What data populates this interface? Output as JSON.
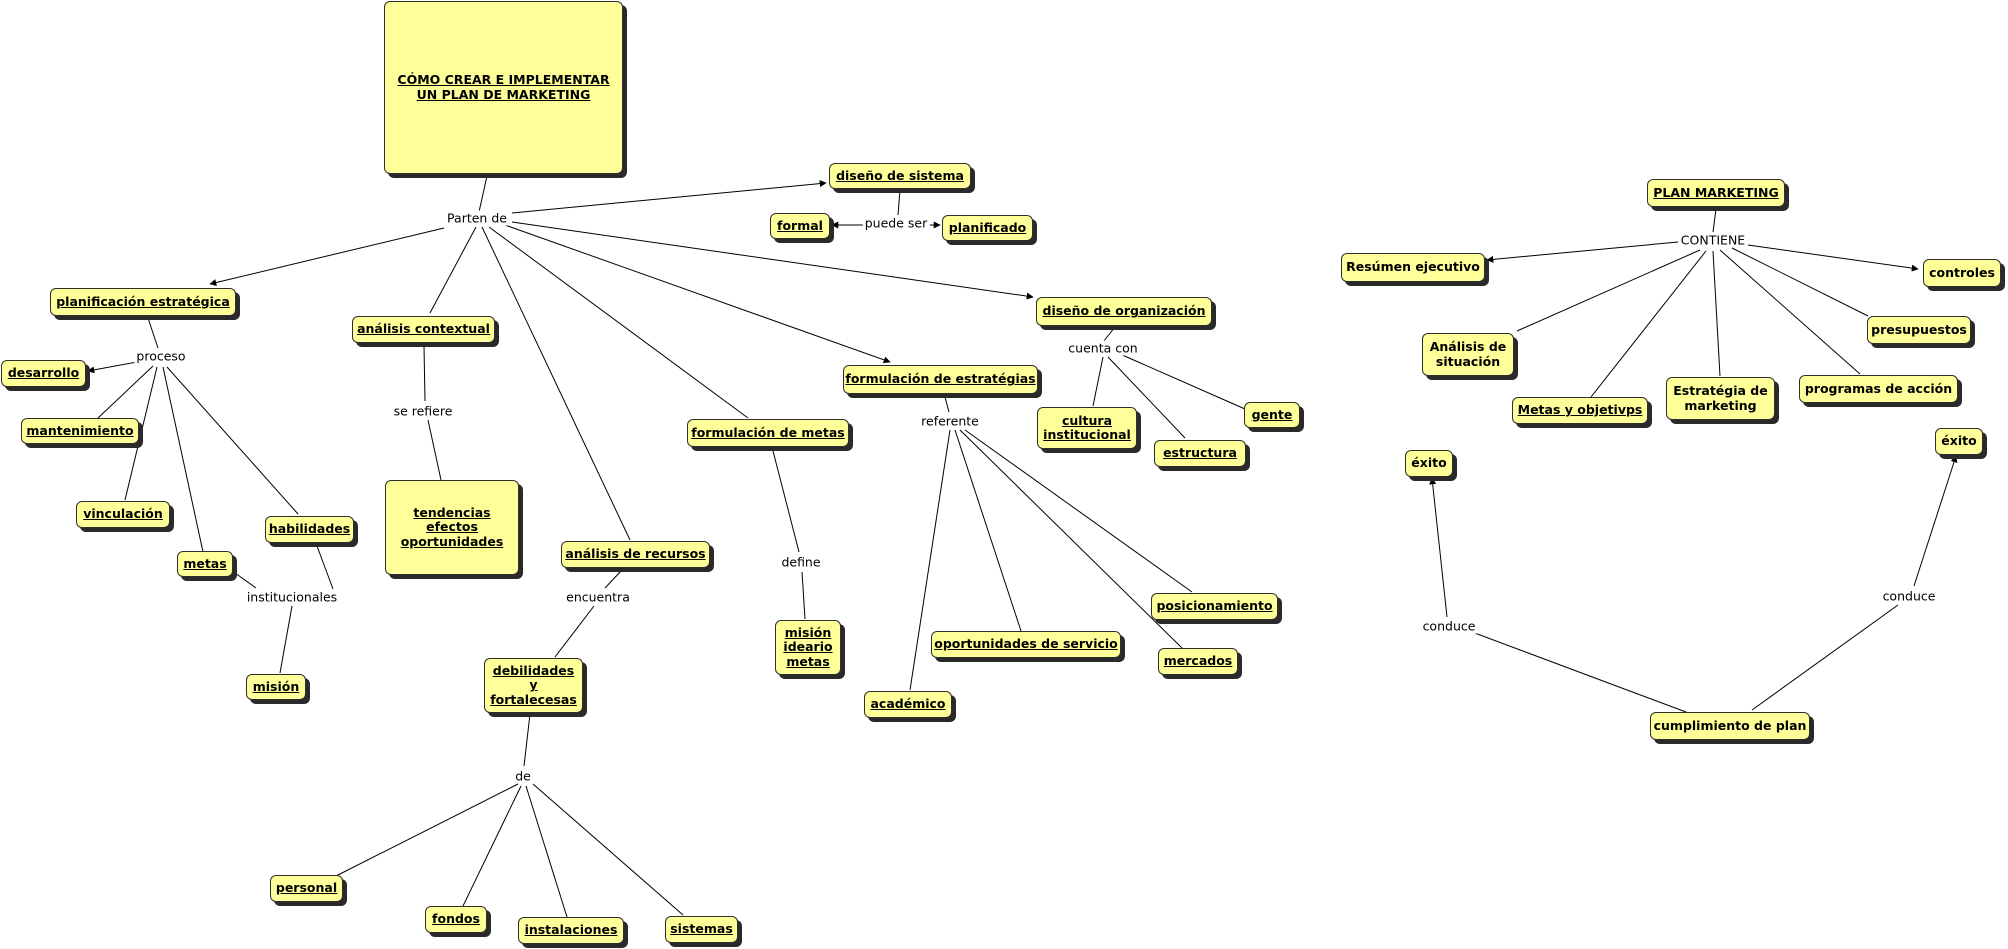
{
  "nodes": {
    "title": "CÓMO CREAR E IMPLEMENTAR UN PLAN DE MARKETING",
    "diseno_sistema": "diseño de sistema",
    "formal": "formal",
    "planificado": "planificado",
    "planificacion": "planificación estratégica",
    "desarrollo": "desarrollo",
    "mantenimiento": "mantenimiento",
    "vinculacion": "vinculación",
    "metas": "metas",
    "habilidades": "habilidades",
    "mision": "misión",
    "analisis_contextual": "análisis contextual",
    "tendencias": "tendencias efectos oportunidades",
    "analisis_recursos": "análisis de recursos",
    "debilidades": "debilidades y fortalecesas",
    "personal": "personal",
    "fondos": "fondos",
    "instalaciones": "instalaciones",
    "sistemas": "sistemas",
    "formulacion_metas": "formulación de metas",
    "mision_ideario": "misión ideario metas",
    "formulacion_estrategias": "formulación de estratégias",
    "academico": "académico",
    "oportunidades": "oportunidades de servicio",
    "posicionamiento": "posicionamiento",
    "mercados": "mercados",
    "diseno_organizacion": "diseño de organización",
    "cultura": "cultura institucional",
    "estructura": "estructura",
    "gente": "gente",
    "plan_marketing": "PLAN MARKETING",
    "resumen": "Resúmen ejecutivo",
    "controles": "controles",
    "analisis_situacion": "Análisis de situación",
    "metas_objetivos": "Metas y objetivps",
    "estrategia_marketing": "Estratégia de marketing",
    "programas": "programas de acción",
    "presupuestos": "presupuestos",
    "exito_left": "éxito",
    "exito_right": "éxito",
    "cumplimiento": "cumplimiento de plan"
  },
  "linking_phrases": {
    "parten_de": "Parten de",
    "puede_ser": "puede ser",
    "proceso": "proceso",
    "institucionales": "institucionales",
    "se_refiere": "se refiere",
    "encuentra": "encuentra",
    "de": "de",
    "define": "define",
    "referente": "referente",
    "cuenta_con": "cuenta con",
    "contiene": "CONTIENE",
    "conduce_left": "conduce",
    "conduce_right": "conduce"
  },
  "colors": {
    "node_fill": "#ffff99",
    "node_border": "#2e2e2e",
    "node_shadow": "#2a2a2a",
    "line": "#000000"
  }
}
